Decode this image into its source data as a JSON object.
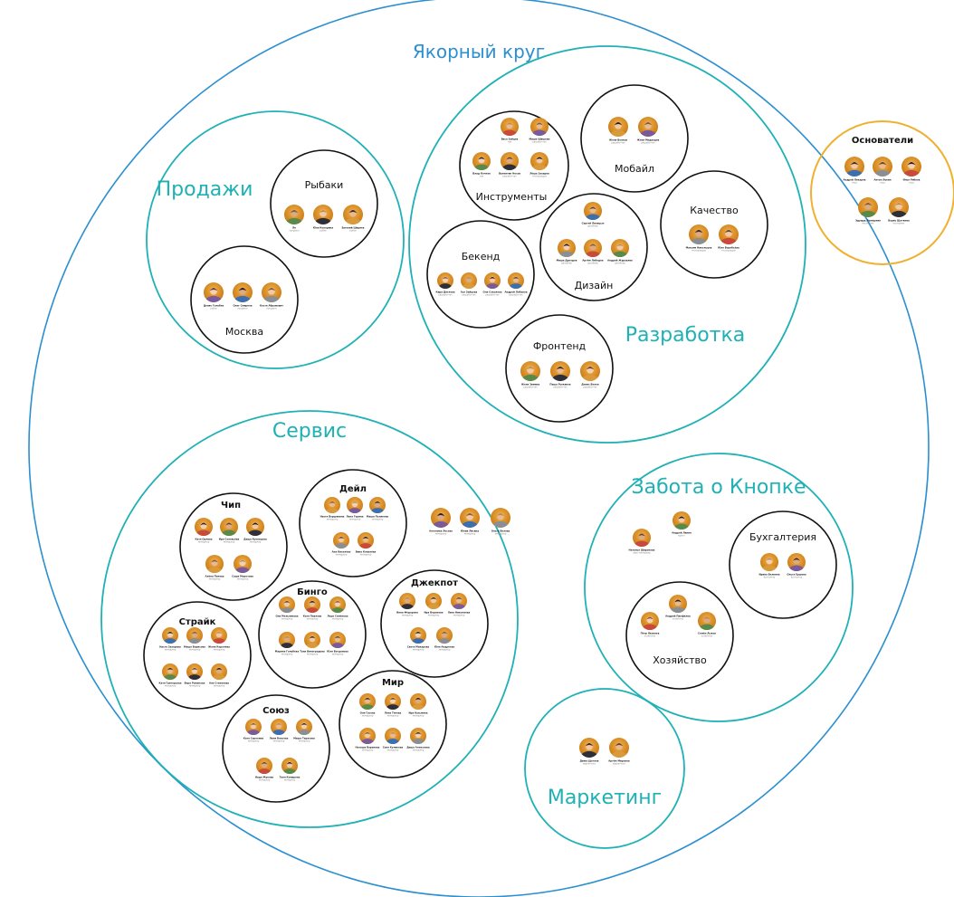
{
  "anchor_circle": {
    "label": "Якорный круг",
    "color": "#2b8fd0"
  },
  "founders": {
    "label": "Основатели",
    "color": "#f0b030",
    "members": [
      {
        "name": "Андрей Лекарев",
        "role": "отцы"
      },
      {
        "name": "Антон Лукин",
        "role": "отцы"
      },
      {
        "name": "Илья Рябков",
        "role": "отцы"
      },
      {
        "name": "Эдуард Лупишкин",
        "role": "наставник"
      },
      {
        "name": "Борис Щетинов",
        "role": "наставник"
      }
    ]
  },
  "circles": {
    "sales": {
      "label": "Продажи",
      "teams": {
        "fishers": {
          "label": "Рыбаки",
          "members": [
            {
              "name": "Ян",
              "role": "продажи"
            },
            {
              "name": "Юля Кокорина",
              "role": "рыбак"
            },
            {
              "name": "Евгений Ширяев",
              "role": "рыбак"
            }
          ]
        },
        "moscow": {
          "label": "Москва",
          "members": [
            {
              "name": "Денис Голубев",
              "role": "рыбак"
            },
            {
              "name": "Олег Смирнов",
              "role": "продажи"
            },
            {
              "name": "Костя Абрамович",
              "role": "продажи"
            }
          ]
        }
      }
    },
    "development": {
      "label": "Разработка",
      "teams": {
        "tools": {
          "label": "Инструменты",
          "members": [
            {
              "name": "Вася Зайцев",
              "role": "тим"
            },
            {
              "name": "Влад Кочнев",
              "role": "тим"
            },
            {
              "name": "Валентин Носов",
              "role": "разработчик"
            },
            {
              "name": "Лёша Захаров",
              "role": "тестировщик"
            },
            {
              "name": "Миша Шишкин",
              "role": "разработчик"
            }
          ]
        },
        "mobile": {
          "label": "Мобайл",
          "members": [
            {
              "name": "Женя Волков",
              "role": "разработчик"
            },
            {
              "name": "Женя Медведев",
              "role": "разработчик"
            }
          ]
        },
        "quality": {
          "label": "Качество",
          "members": [
            {
              "name": "Максим Никольцев",
              "role": "тестировщик"
            },
            {
              "name": "Юля Воробьёва",
              "role": "тестировщик"
            }
          ]
        },
        "backend": {
          "label": "Бекенд",
          "members": [
            {
              "name": "Кира Дятлова",
              "role": "разработчик"
            },
            {
              "name": "Ася Зайцева",
              "role": "разработчик"
            },
            {
              "name": "Оля Соколова",
              "role": "разработчик"
            },
            {
              "name": "Андрей Лобанов",
              "role": "разработчик"
            }
          ]
        },
        "design": {
          "label": "Дизайн",
          "members": [
            {
              "name": "Сергей Лисицын",
              "role": "дизайнер"
            },
            {
              "name": "Миша Дроздов",
              "role": "дизайнер"
            },
            {
              "name": "Артём Лебедев",
              "role": "дизайнер"
            },
            {
              "name": "Андрей Журавлев",
              "role": "дизайнер"
            }
          ]
        },
        "frontend": {
          "label": "Фронтенд",
          "members": [
            {
              "name": "Женя Зимина",
              "role": "разработчик"
            },
            {
              "name": "Паша Рыжиков",
              "role": "разработчик"
            },
            {
              "name": "Денис Белов",
              "role": "разработчик"
            }
          ]
        }
      }
    },
    "service": {
      "label": "Сервис",
      "free_members": [
        {
          "name": "Ангелина Лосева",
          "role": "менеджер"
        },
        {
          "name": "Юлия Лисина",
          "role": "менеджер"
        },
        {
          "name": "Ольга Белова",
          "role": "менеджер"
        }
      ],
      "teams": {
        "chip": {
          "label": "Чип",
          "members": [
            {
              "name": "Катя Орлова",
              "role": "менеджер"
            },
            {
              "name": "Ира Соловьёва",
              "role": "менеджер"
            },
            {
              "name": "Даша Кузнецова",
              "role": "менеджер"
            },
            {
              "name": "Алёна Попова",
              "role": "менеджер"
            },
            {
              "name": "Саша Морозова",
              "role": "менеджер"
            }
          ]
        },
        "dale": {
          "label": "Дейл",
          "members": [
            {
              "name": "Настя Вершинина",
              "role": "менеджер"
            },
            {
              "name": "Лена Горина",
              "role": "менеджер"
            },
            {
              "name": "Маша Полякова",
              "role": "менеджер"
            },
            {
              "name": "Аня Киселёва",
              "role": "менеджер"
            },
            {
              "name": "Вика Ковалёва",
              "role": "менеджер"
            }
          ]
        },
        "bingo": {
          "label": "Бинго",
          "members": [
            {
              "name": "Оля Мельникова",
              "role": "менеджер"
            },
            {
              "name": "Катя Павлова",
              "role": "менеджер"
            },
            {
              "name": "Лера Семёнова",
              "role": "менеджер"
            },
            {
              "name": "Марина Голубева",
              "role": "менеджер"
            },
            {
              "name": "Таня Виноградова",
              "role": "менеджер"
            },
            {
              "name": "Юля Богданова",
              "role": "менеджер"
            }
          ]
        },
        "jackpot": {
          "label": "Джекпот",
          "members": [
            {
              "name": "Инна Фёдорова",
              "role": "менеджер"
            },
            {
              "name": "Ира Воронова",
              "role": "менеджер"
            },
            {
              "name": "Лиза Николаева",
              "role": "менеджер"
            },
            {
              "name": "Света Макарова",
              "role": "менеджер"
            },
            {
              "name": "Юля Андреева",
              "role": "менеджер"
            }
          ]
        },
        "strike": {
          "label": "Страйк",
          "members": [
            {
              "name": "Настя Захарова",
              "role": "менеджер"
            },
            {
              "name": "Маша Борисова",
              "role": "менеджер"
            },
            {
              "name": "Женя Королёва",
              "role": "менеджер"
            },
            {
              "name": "Катя Григорьева",
              "role": "менеджер"
            },
            {
              "name": "Вера Романова",
              "role": "менеджер"
            },
            {
              "name": "Аня Степанова",
              "role": "менеджер"
            }
          ]
        },
        "world": {
          "label": "Мир",
          "members": [
            {
              "name": "Оля Гусева",
              "role": "менеджер"
            },
            {
              "name": "Лена Титова",
              "role": "менеджер"
            },
            {
              "name": "Ира Кузьмина",
              "role": "менеджер"
            },
            {
              "name": "Наташа Баранова",
              "role": "менеджер"
            },
            {
              "name": "Соня Куликова",
              "role": "менеджер"
            },
            {
              "name": "Даша Алексеева",
              "role": "менеджер"
            }
          ]
        },
        "union": {
          "label": "Союз",
          "members": [
            {
              "name": "Катя Сорокина",
              "role": "менеджер"
            },
            {
              "name": "Лиля Власова",
              "role": "менеджер"
            },
            {
              "name": "Маша Тарасова",
              "role": "менеджер"
            },
            {
              "name": "Надя Жукова",
              "role": "менеджер"
            },
            {
              "name": "Таня Комарова",
              "role": "менеджер"
            }
          ]
        }
      }
    },
    "care": {
      "label": "Забота о Кнопке",
      "free_members": [
        {
          "name": "Наталья Широкова",
          "role": "офис-менеджер"
        },
        {
          "name": "Андрей Лапин",
          "role": "юрист"
        }
      ],
      "teams": {
        "accounting": {
          "label": "Бухгалтерия",
          "members": [
            {
              "name": "Ирина Белкина",
              "role": "бухгалтер"
            },
            {
              "name": "Ольга Ершова",
              "role": "бухгалтер"
            }
          ]
        },
        "household": {
          "label": "Хозяйство",
          "members": [
            {
              "name": "Андрей Панфилов",
              "role": "хозяйство"
            },
            {
              "name": "Пётр Яковлев",
              "role": "хозяйство"
            },
            {
              "name": "Семён Лыков",
              "role": "хозяйство"
            }
          ]
        }
      }
    },
    "marketing": {
      "label": "Маркетинг",
      "members": [
        {
          "name": "Дима Щеглов",
          "role": "маркетолог"
        },
        {
          "name": "Артём Миронов",
          "role": "маркетолог"
        }
      ]
    }
  }
}
